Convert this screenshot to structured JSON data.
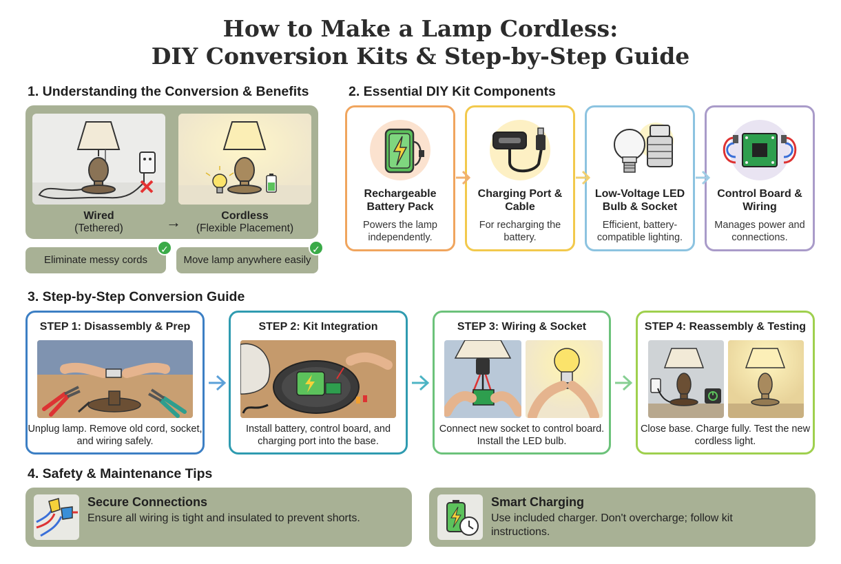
{
  "title": {
    "line1": "How to Make a Lamp Cordless:",
    "line2": "DIY Conversion Kits & Step-by-Step Guide"
  },
  "section1": {
    "heading": "1. Understanding the Conversion & Benefits",
    "wired": {
      "label": "Wired",
      "sub": "(Tethered)"
    },
    "cordless": {
      "label": "Cordless",
      "sub": "(Flexible Placement)"
    },
    "arrow": "→",
    "benefits": [
      "Eliminate messy cords",
      "Move lamp anywhere easily"
    ],
    "check": "✓"
  },
  "section2": {
    "heading": "2. Essential DIY Kit Components",
    "components": [
      {
        "title": "Rechargeable Battery Pack",
        "desc": "Powers the lamp independently.",
        "color": "#f0a55e"
      },
      {
        "title": "Charging Port & Cable",
        "desc": "For recharging the battery.",
        "color": "#f2c94c"
      },
      {
        "title": "Low-Voltage LED Bulb & Socket",
        "desc": "Efficient, battery-compatible lighting.",
        "color": "#8cc3e0"
      },
      {
        "title": "Control Board & Wiring",
        "desc": "Manages power and connections.",
        "color": "#a99bc9"
      }
    ]
  },
  "section3": {
    "heading": "3. Step-by-Step Conversion Guide",
    "steps": [
      {
        "title": "STEP 1: Disassembly & Prep",
        "desc": "Unplug lamp. Remove old cord, socket, and wiring safely.",
        "color": "#3c7fc4"
      },
      {
        "title": "STEP 2: Kit Integration",
        "desc": "Install battery, control board, and charging port into the base.",
        "color": "#2f9bb0"
      },
      {
        "title": "STEP 3: Wiring & Socket",
        "desc": "Connect new socket to control board. Install the LED bulb.",
        "color": "#6cc27a"
      },
      {
        "title": "STEP 4: Reassembly & Testing",
        "desc": "Close base. Charge fully. Test the new cordless light.",
        "color": "#9fd04e"
      }
    ]
  },
  "section4": {
    "heading": "4. Safety & Maintenance Tips",
    "tips": [
      {
        "title": "Secure Connections",
        "desc": "Ensure all wiring is tight and insulated to prevent shorts."
      },
      {
        "title": "Smart Charging",
        "desc": "Use included charger. Don't overcharge; follow kit instructions."
      }
    ]
  },
  "colors": {
    "panel_bg": "#a8b195",
    "check_green": "#3aaa48",
    "battery_green": "#5cc25c"
  }
}
